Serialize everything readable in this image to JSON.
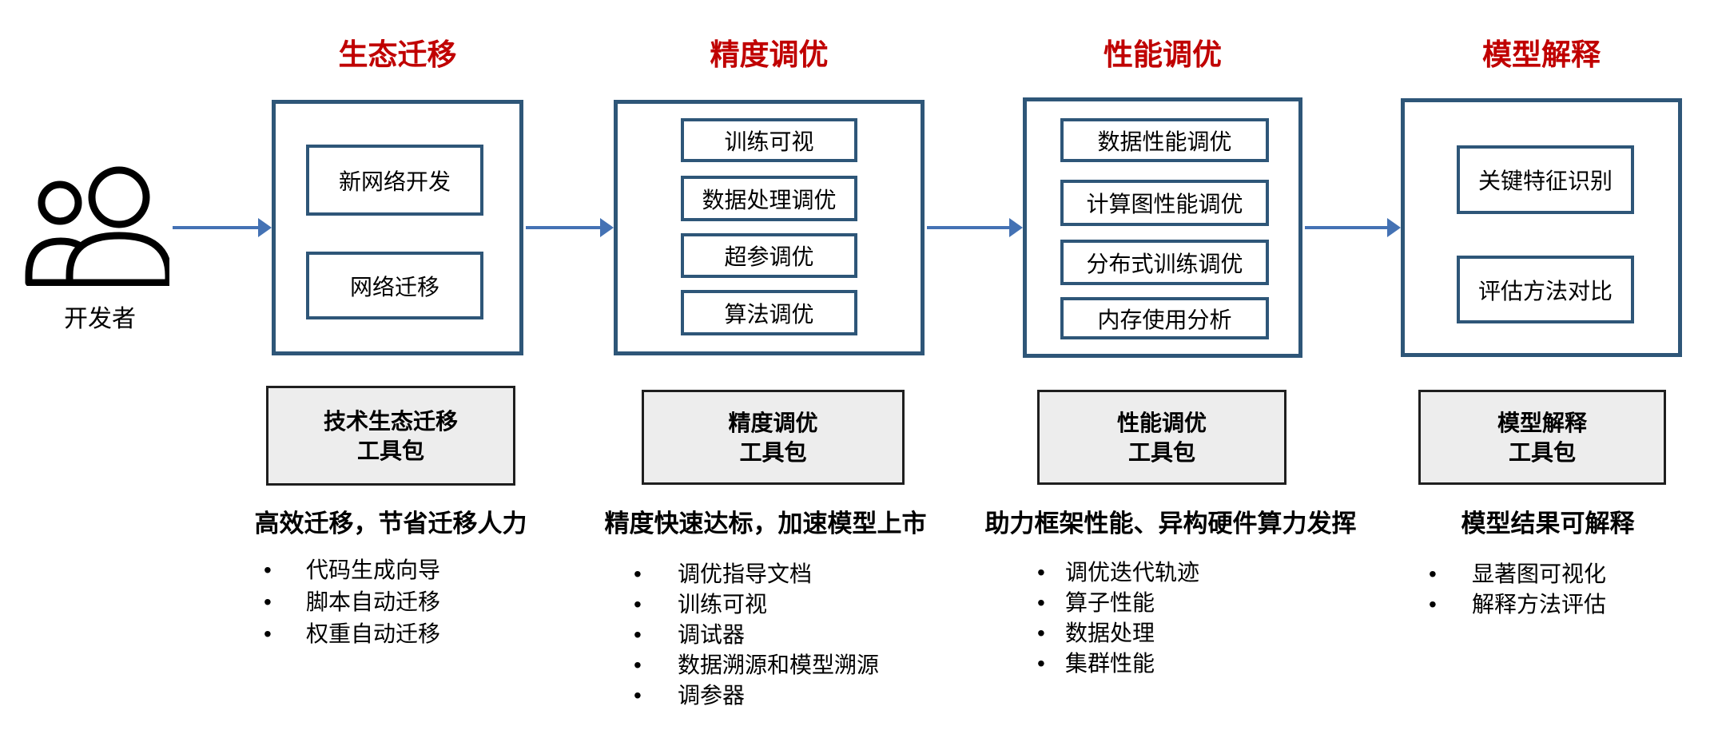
{
  "glyphs": {
    "bullet": "•"
  },
  "colors": {
    "title_red": "#C00000",
    "box_blue": "#2E5678",
    "arrow_blue": "#4472B4",
    "toolkit_bg": "#EDEDED",
    "toolkit_border": "#1F1F1F"
  },
  "developer": {
    "label": "开发者"
  },
  "columns": [
    {
      "title": "生态迁移",
      "modules": [
        "新网络开发",
        "网络迁移"
      ],
      "toolkit": [
        "技术生态迁移",
        "工具包"
      ],
      "tagline": "高效迁移，节省迁移人力",
      "bullets": [
        "代码生成向导",
        "脚本自动迁移",
        "权重自动迁移"
      ]
    },
    {
      "title": "精度调优",
      "modules": [
        "训练可视",
        "数据处理调优",
        "超参调优",
        "算法调优"
      ],
      "toolkit": [
        "精度调优",
        "工具包"
      ],
      "tagline": "精度快速达标，加速模型上市",
      "bullets": [
        "调优指导文档",
        "训练可视",
        "调试器",
        "数据溯源和模型溯源",
        "调参器"
      ]
    },
    {
      "title": "性能调优",
      "modules": [
        "数据性能调优",
        "计算图性能调优",
        "分布式训练调优",
        "内存使用分析"
      ],
      "toolkit": [
        "性能调优",
        "工具包"
      ],
      "tagline": "助力框架性能、异构硬件算力发挥",
      "bullets": [
        "调优迭代轨迹",
        "算子性能",
        "数据处理",
        "集群性能"
      ]
    },
    {
      "title": "模型解释",
      "modules": [
        "关键特征识别",
        "评估方法对比"
      ],
      "toolkit": [
        "模型解释",
        "工具包"
      ],
      "tagline": "模型结果可解释",
      "bullets": [
        "显著图可视化",
        "解释方法评估"
      ]
    }
  ]
}
